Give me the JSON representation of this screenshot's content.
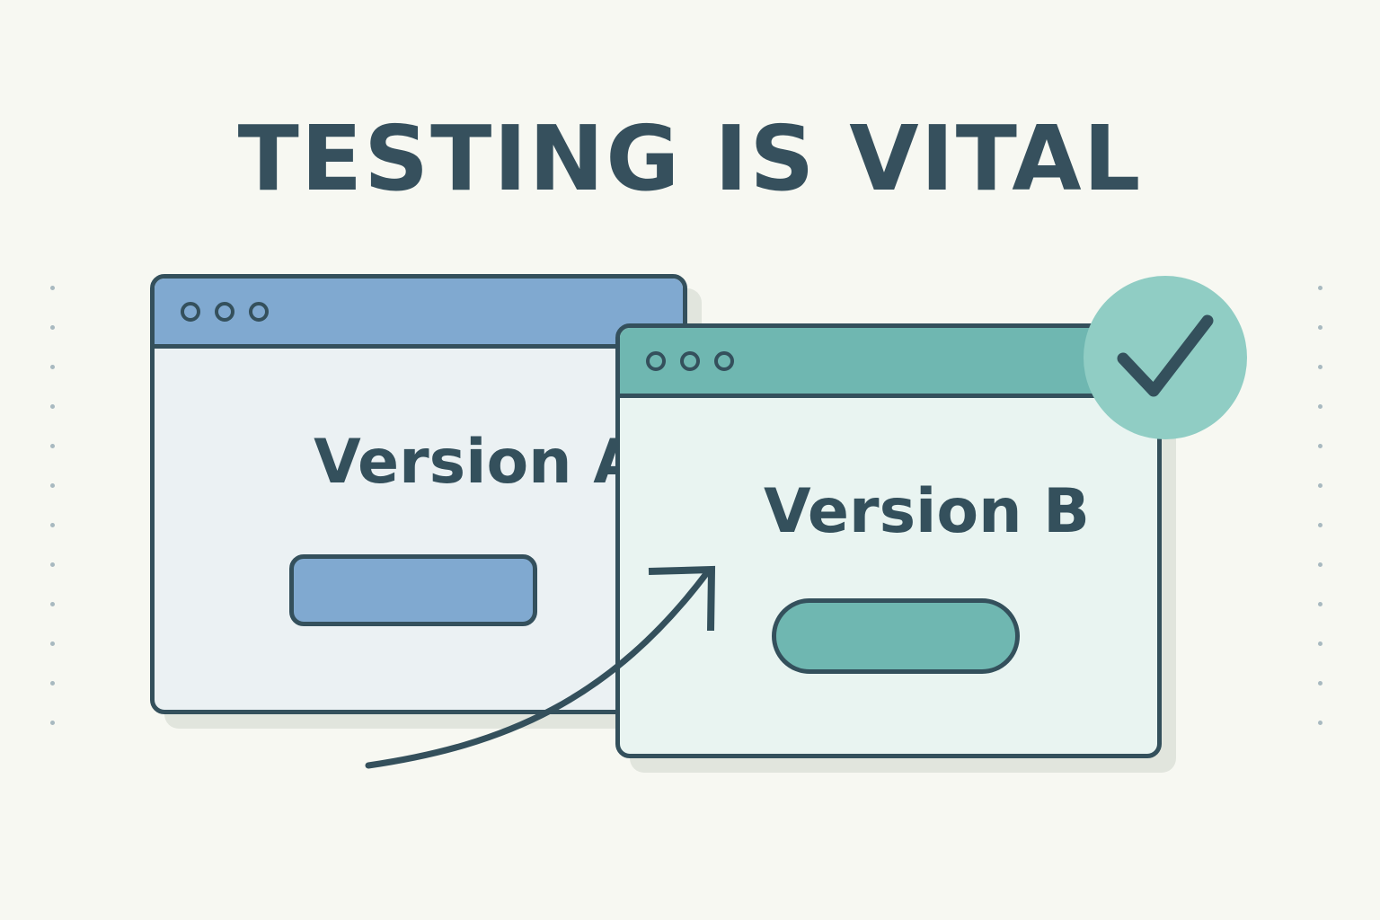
{
  "title": "TESTING IS VITAL",
  "windows": {
    "a": {
      "label": "Version A",
      "accent": "#80a9d0"
    },
    "b": {
      "label": "Version B",
      "accent": "#6fb7b1"
    }
  },
  "badge": {
    "icon": "checkmark-icon",
    "color": "#90cdc4"
  },
  "arrow": {
    "icon": "curved-arrow-icon"
  },
  "colors": {
    "background": "#f7f8f2",
    "ink": "#34505c"
  }
}
